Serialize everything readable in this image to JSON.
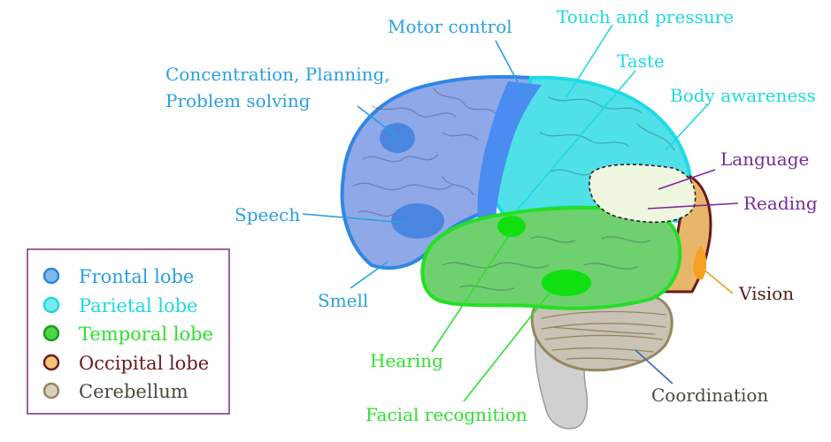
{
  "colors": {
    "frontal": "#8fa8e8",
    "frontal_stroke": "#2f86e6",
    "frontal_spot": "#4a86e0",
    "motor": "#4a8cef",
    "parietal": "#4fe0e8",
    "parietal_stroke": "#1ddbe6",
    "temporal": "#6fd06f",
    "temporal_stroke": "#23e023",
    "temporal_spot": "#10e010",
    "occipital": "#e7b66a",
    "occipital_stroke": "#6b1a1a",
    "vision_spot": "#f5a020",
    "cerebellum": "#c9c3b5",
    "cerebellum_stroke": "#938760",
    "brainstem": "#d0d0d0",
    "language_area": "#eef6e0",
    "label_blue": "#2aa0e0",
    "label_cyan": "#1fd8e0",
    "label_green": "#2ee02e",
    "label_purple": "#7a2a9a",
    "label_brown": "#5a1a1a",
    "label_dark": "#4a4a3a",
    "vision_line": "#f0a020",
    "coord_line": "#3a6ab0",
    "legend_border": "#8a3a8a"
  },
  "labels": {
    "motor_control": "Motor control",
    "touch_pressure": "Touch and pressure",
    "taste": "Taste",
    "body_awareness": "Body awareness",
    "concentration_line1": "Concentration, Planning,",
    "concentration_line2": "Problem solving",
    "language": "Language",
    "reading": "Reading",
    "speech": "Speech",
    "smell": "Smell",
    "vision": "Vision",
    "hearing": "Hearing",
    "coordination": "Coordination",
    "facial_recognition": "Facial recognition"
  },
  "legend": [
    {
      "label": "Frontal lobe",
      "fill": "#7fb8ea",
      "stroke": "#2a86e0",
      "text_color": "#2aa0e0"
    },
    {
      "label": "Parietal lobe",
      "fill": "#7fe8ee",
      "stroke": "#1fd8e0",
      "text_color": "#1fd8e0"
    },
    {
      "label": "Temporal lobe",
      "fill": "#48d848",
      "stroke": "#1e9a1e",
      "text_color": "#2ee02e"
    },
    {
      "label": "Occipital lobe",
      "fill": "#f2c77a",
      "stroke": "#6b1a1a",
      "text_color": "#6b1a1a"
    },
    {
      "label": "Cerebellum",
      "fill": "#d8d0bc",
      "stroke": "#938760",
      "text_color": "#4a4a3a"
    }
  ]
}
